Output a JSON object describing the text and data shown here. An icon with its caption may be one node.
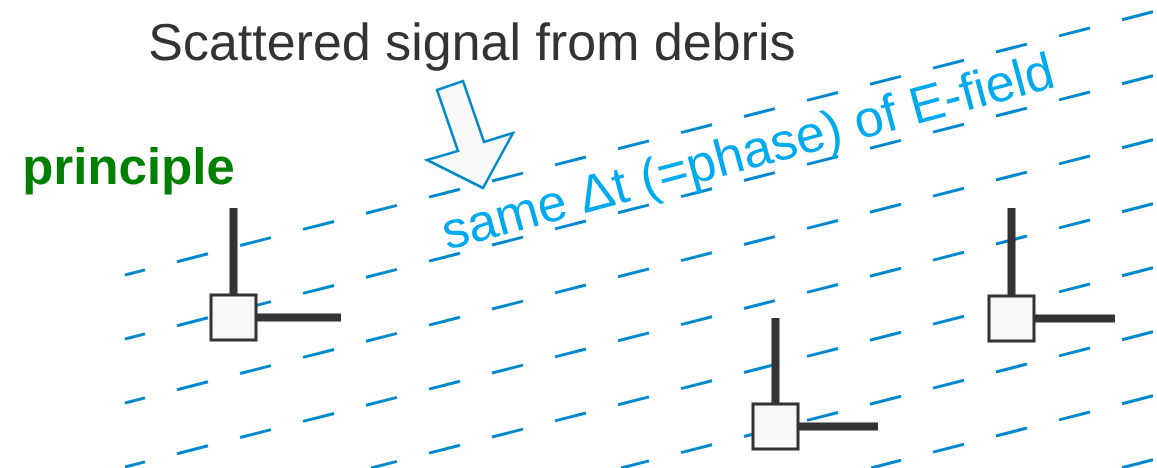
{
  "diagram": {
    "title": "principle",
    "labels": [
      "Scattered signal from debris",
      "same Δt (=phase) of E-field"
    ]
  }
}
